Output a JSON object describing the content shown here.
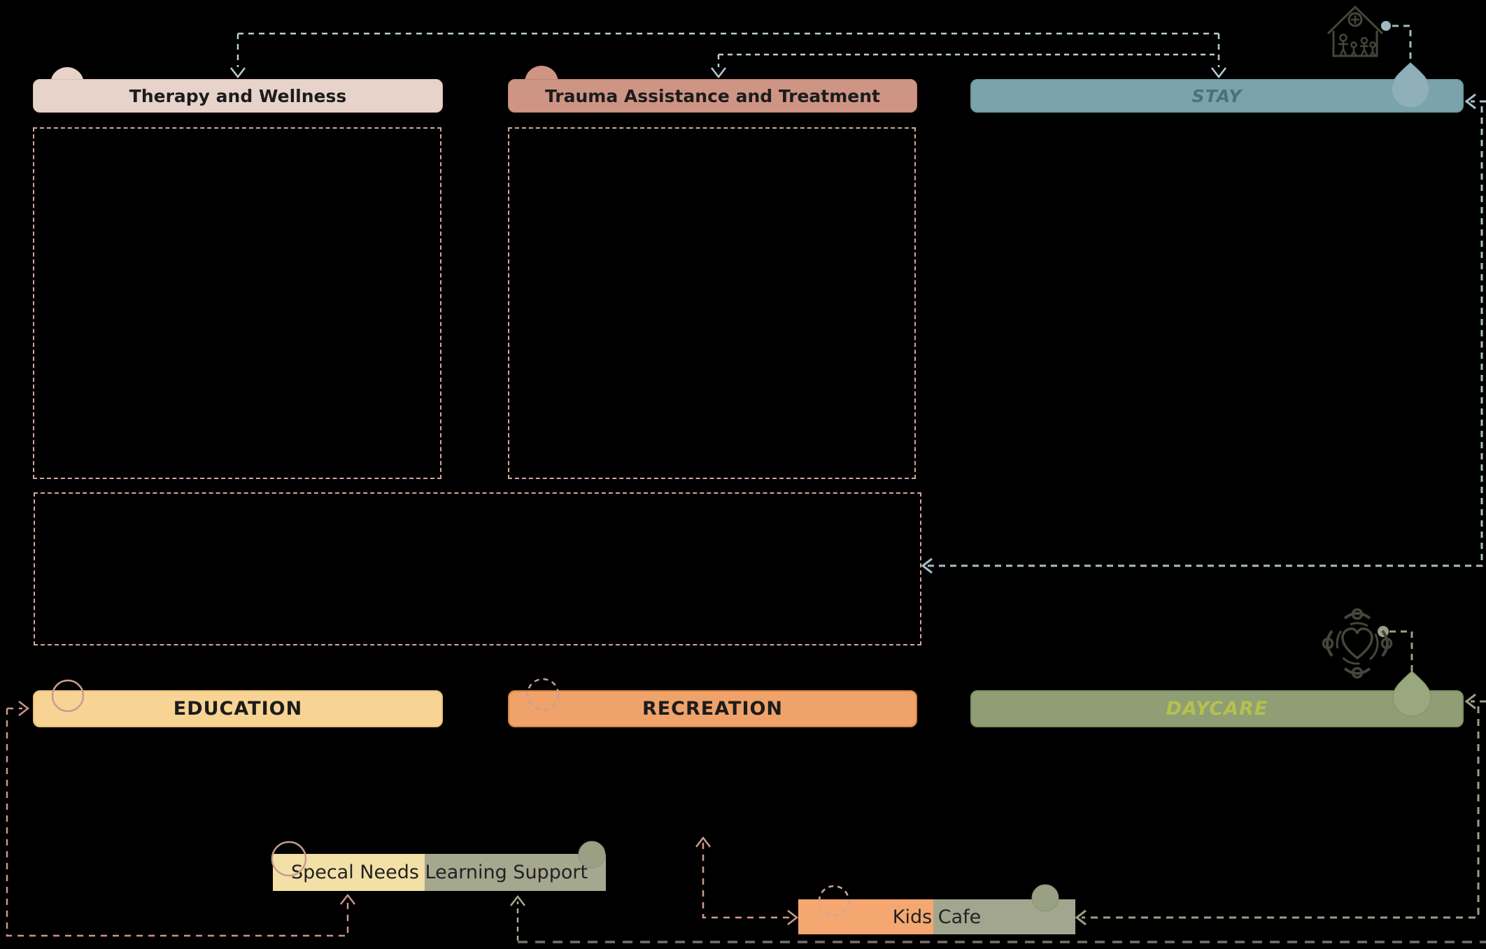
{
  "sections": {
    "therapy": {
      "label": "Therapy and Wellness"
    },
    "trauma": {
      "label": "Trauma Assistance and Treatment"
    },
    "stay": {
      "label": "STAY"
    },
    "education": {
      "label": "EDUCATION"
    },
    "recreation": {
      "label": "RECREATION"
    },
    "daycare": {
      "label": "DAYCARE"
    },
    "special_needs": {
      "label": "Specal Needs Learning Support"
    },
    "kids_cafe": {
      "label": "Kids Cafe"
    }
  },
  "icons": {
    "family_home": "family-home-icon",
    "caring_community": "caring-community-icon"
  },
  "colors": {
    "therapy_fill": "#e7d3ca",
    "trauma_fill": "#ce9484",
    "stay_fill": "#7ba3ac",
    "stay_text": "#44747f",
    "education_fill": "#f7d494",
    "recreation_fill": "#f0a26b",
    "daycare_fill": "#8f9e74",
    "daycare_text": "#b6c04d",
    "special_needs_left_fill": "#f3e0a6",
    "special_needs_right_fill": "#a5a78f",
    "kids_cafe_left_fill": "#f5a771",
    "kids_cafe_right_fill": "#a3a68f",
    "dashed_box_border": "#cfa89d",
    "top_connector": "#b9ced4",
    "teal_connector": "#a6c0c7",
    "olive_connector": "#9aa083",
    "pink_connector": "#c9968a",
    "dark_connector": "#73736a",
    "background": "#000000"
  }
}
